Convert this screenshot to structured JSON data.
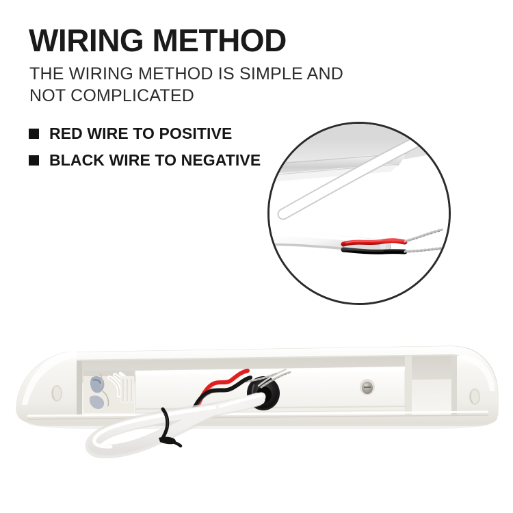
{
  "page": {
    "background_color": "#ffffff",
    "headline": "WIRING METHOD",
    "subtitle_lines": [
      "THE WIRING METHOD IS SIMPLE AND",
      "NOT COMPLICATED"
    ]
  },
  "bullets": [
    {
      "marker": "black-square-bullet",
      "label": "RED WIRE TO POSITIVE"
    },
    {
      "marker": "black-square-bullet",
      "label": "BLACK WIRE TO NEGATIVE"
    }
  ],
  "inset": {
    "name": "wire-closeup-circle",
    "description": "Close-up of white two-conductor cable with stripped jacket exposing red and black insulated wires with bare stranded copper tips, shown against the white aluminium fixture housing",
    "shape": "circle",
    "border_color": "#2b2b2b",
    "wires": [
      {
        "name": "red-wire",
        "color": "#e01f1f",
        "polarity": "positive"
      },
      {
        "name": "black-wire",
        "color": "#141414",
        "polarity": "negative"
      }
    ],
    "jacket_color": "#fdfdfd",
    "strand_color": "#b6b6b6"
  },
  "product": {
    "name": "led-light-bar-housing",
    "description": "White plastic LED light bar fixture shown from the rear with the cover removed, exposing the driver cavity, mounting holes, cable grommet and coiled white power lead secured with a black cable tie",
    "body_color": "#f4f2ef",
    "shadow_color": "#d8d5d0",
    "grommet_color": "#2a2a2a",
    "cable_color": "#fbfbfb",
    "cable_tie_color": "#171717",
    "wires": [
      {
        "name": "red-wire",
        "color": "#e02020"
      },
      {
        "name": "black-wire",
        "color": "#161616"
      }
    ]
  }
}
